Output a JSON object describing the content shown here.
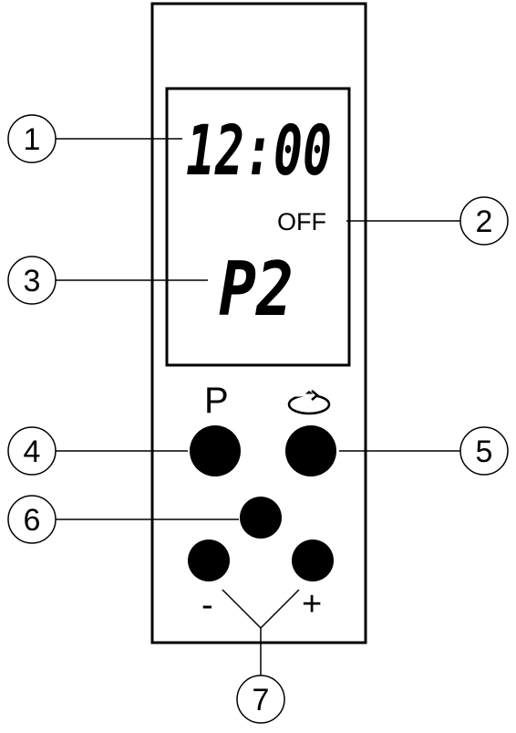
{
  "display": {
    "time": "12:00",
    "status": "OFF",
    "program": "P2"
  },
  "buttons": {
    "p_label": "P",
    "minus_label": "-",
    "plus_label": "+"
  },
  "callouts": [
    "1",
    "2",
    "3",
    "4",
    "5",
    "6",
    "7"
  ],
  "colors": {
    "ink": "#000000",
    "background": "#ffffff"
  }
}
